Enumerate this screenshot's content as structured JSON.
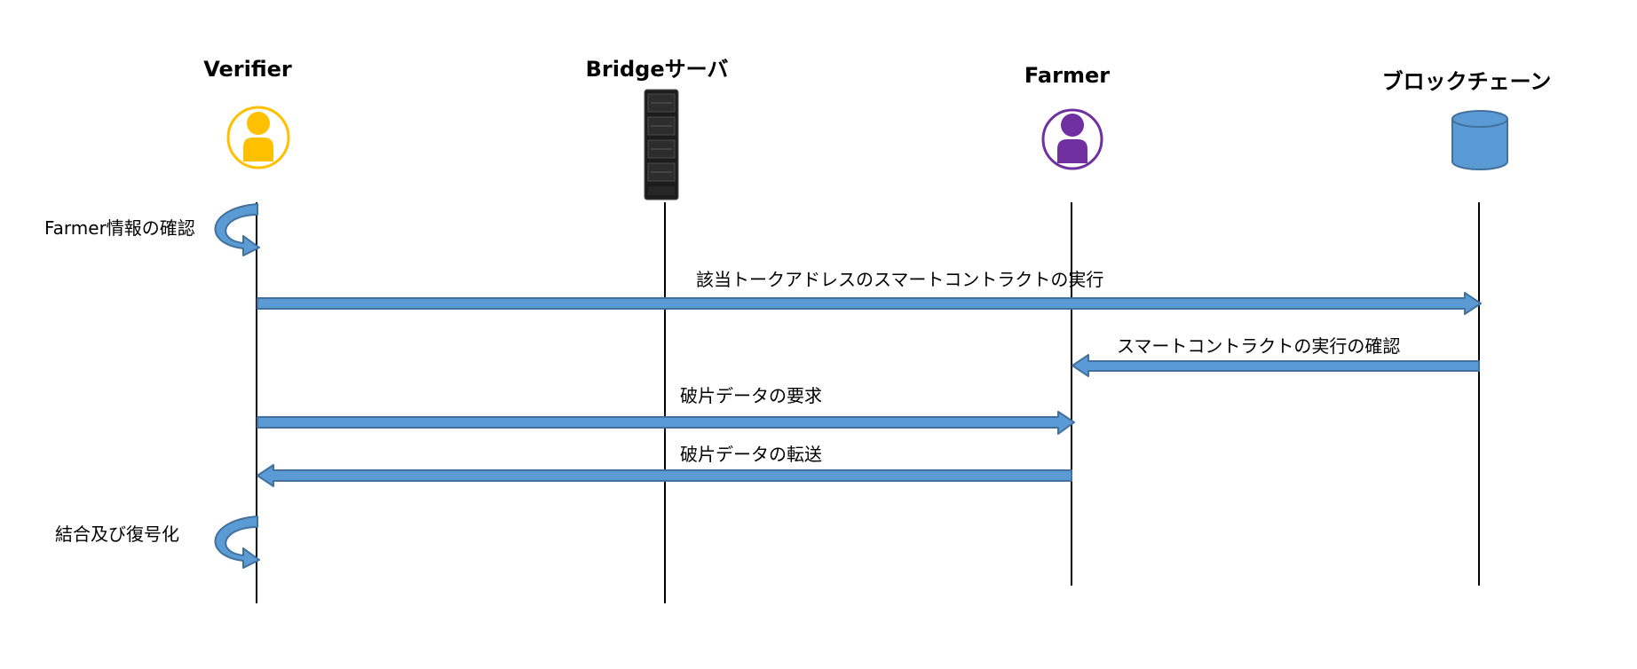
{
  "actors": [
    {
      "id": "verifier",
      "label": "Verifier",
      "icon": "person-icon",
      "color": "#FFC000"
    },
    {
      "id": "bridge",
      "label": "Bridgeサーバ",
      "icon": "server-icon",
      "color": "#1a1a1a"
    },
    {
      "id": "farmer",
      "label": "Farmer",
      "icon": "person-icon",
      "color": "#7030A0"
    },
    {
      "id": "blockchain",
      "label": "ブロックチェーン",
      "icon": "database-cylinder-icon",
      "color": "#5B9BD5"
    }
  ],
  "messages": [
    {
      "id": "self-check",
      "from": "verifier",
      "to": "verifier",
      "label": "Farmer情報の確認"
    },
    {
      "id": "execute-contract",
      "from": "verifier",
      "to": "blockchain",
      "label": "該当トークアドレスのスマートコントラクトの実行"
    },
    {
      "id": "confirm-execution",
      "from": "blockchain",
      "to": "farmer",
      "label": "スマートコントラクトの実行の確認"
    },
    {
      "id": "request-fragments",
      "from": "verifier",
      "to": "farmer",
      "label": "破片データの要求"
    },
    {
      "id": "transfer-fragments",
      "from": "farmer",
      "to": "verifier",
      "label": "破片データの転送"
    },
    {
      "id": "self-decrypt",
      "from": "verifier",
      "to": "verifier",
      "label": "結合及び復号化"
    }
  ],
  "colors": {
    "arrow_fill": "#5B9BD5",
    "arrow_stroke": "#41719C",
    "lifeline": "#000000"
  }
}
